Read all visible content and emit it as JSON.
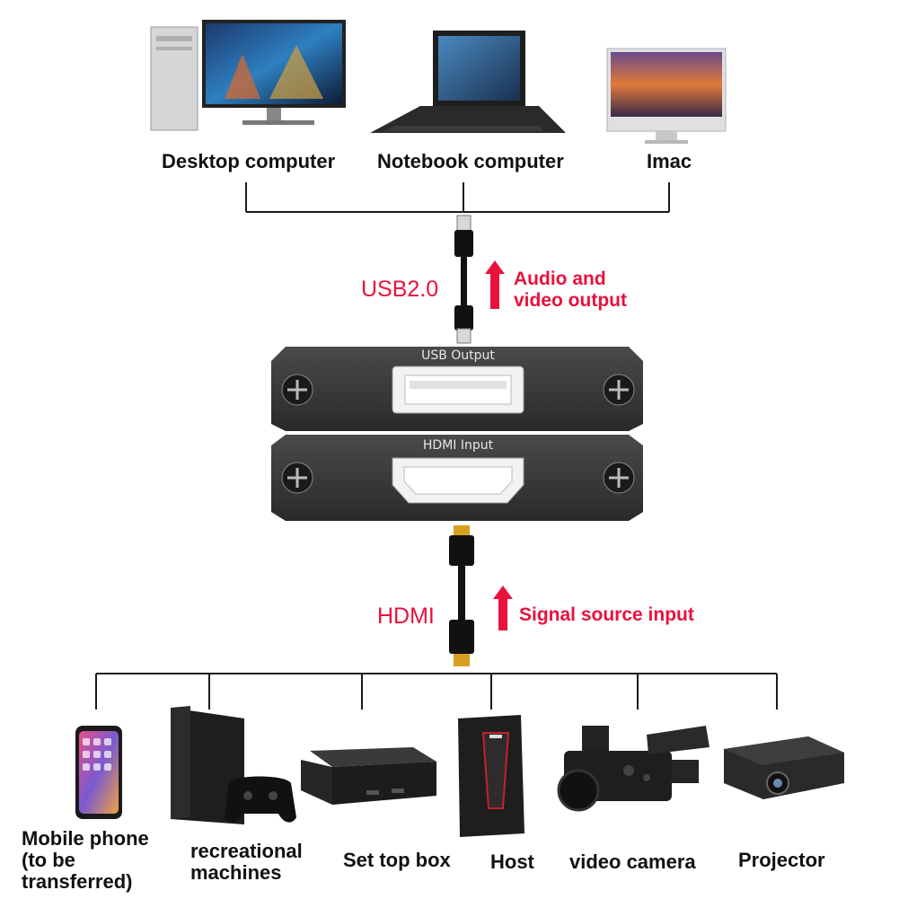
{
  "sources": {
    "desktop_label": "Desktop computer",
    "notebook_label": "Notebook computer",
    "imac_label": "Imac"
  },
  "usb_cable": {
    "label": "USB2.0",
    "note_line1": "Audio and",
    "note_line2": "video output"
  },
  "device": {
    "usb_port_label": "USB Output",
    "hdmi_port_label": "HDMI Input"
  },
  "hdmi_cable": {
    "label": "HDMI",
    "note": "Signal source input"
  },
  "inputs": {
    "mobile_line1": "Mobile phone",
    "mobile_line2": "(to be",
    "mobile_line3": "transferred)",
    "console_line1": "recreational",
    "console_line2": "machines",
    "settop_label": "Set top box",
    "host_label": "Host",
    "camera_label": "video camera",
    "projector_label": "Projector"
  },
  "colors": {
    "accent_red": "#e8123c",
    "device_body": "#3a3a3a",
    "line": "#1a1a1a"
  }
}
